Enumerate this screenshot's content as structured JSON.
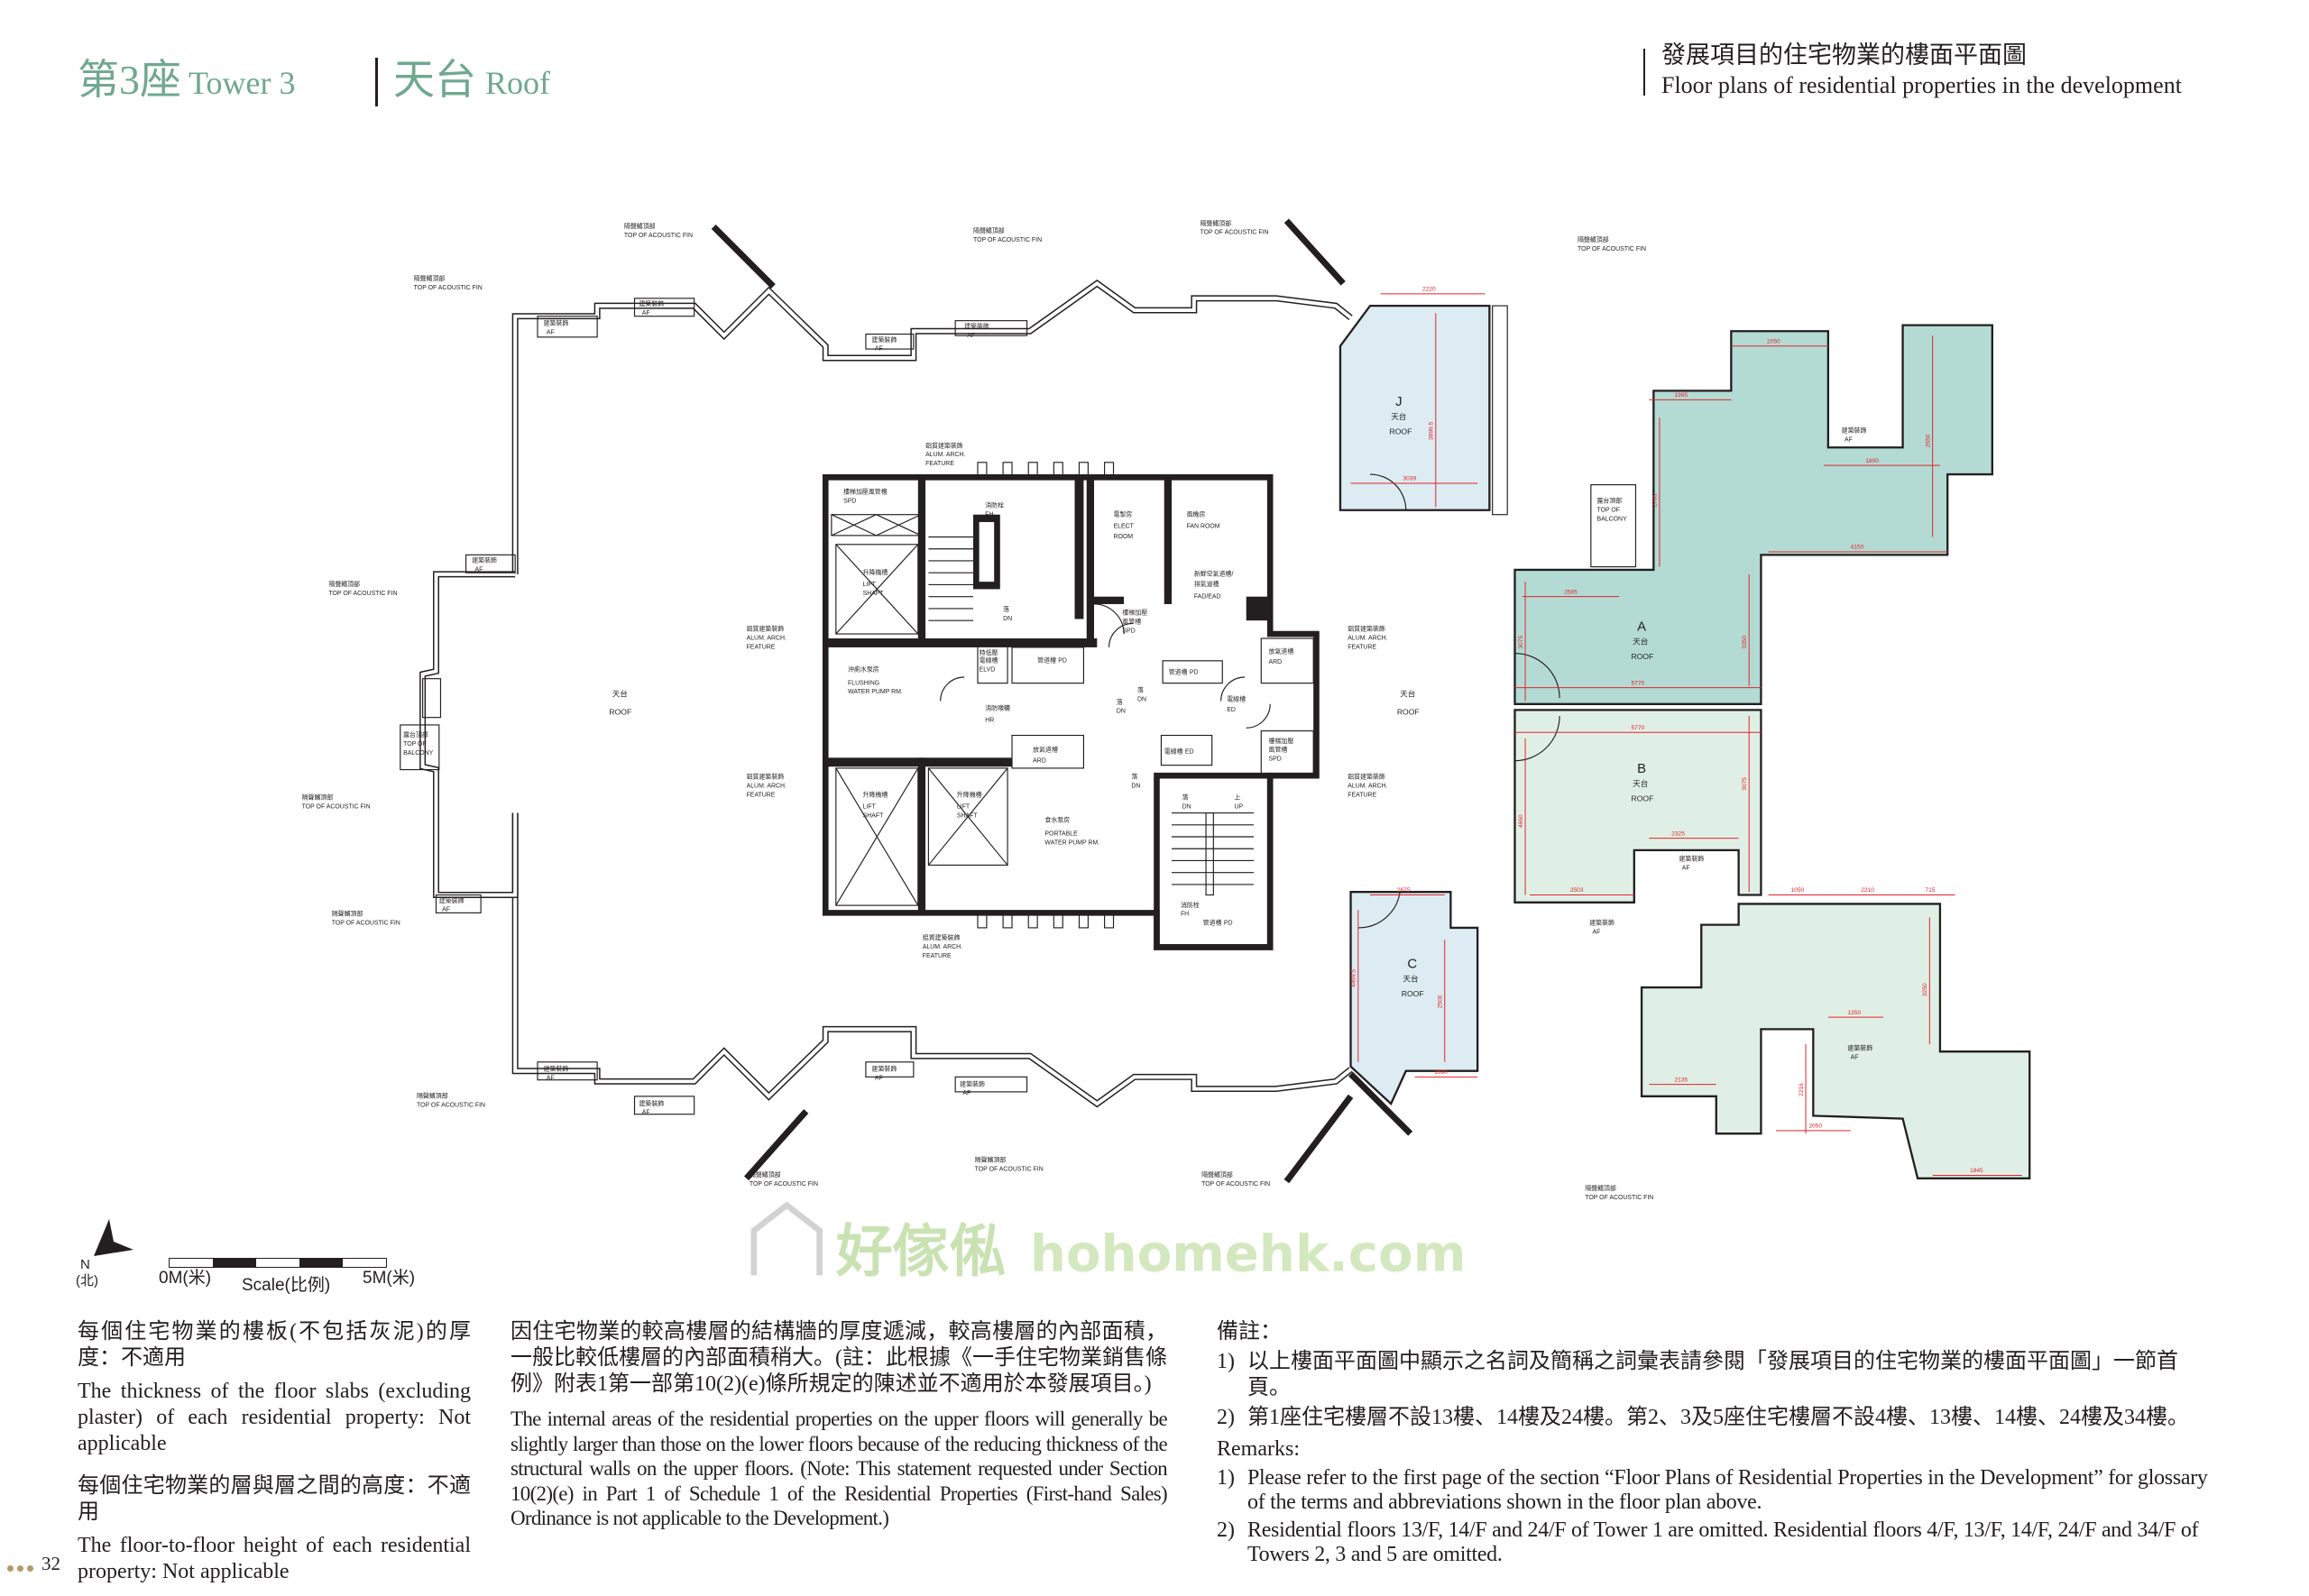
{
  "header": {
    "tower_zh": "第3座",
    "tower_en": "Tower 3",
    "floor_zh": "天台",
    "floor_en": "Roof",
    "section_zh": "發展項目的住宅物業的樓面平面圖",
    "section_en": "Floor plans of residential properties in the development"
  },
  "colors": {
    "title_green": "#6fa88f",
    "unit_a_fill": "#b3dbd4",
    "unit_b_fill": "#e0efe5",
    "unit_j_c_fill": "#dcecf2",
    "dimension_red": "#e3242b"
  },
  "plan": {
    "roof": {
      "zh": "天台",
      "en": "ROOF"
    },
    "units": [
      {
        "id": "J",
        "zh": "天台",
        "en": "ROOF"
      },
      {
        "id": "A",
        "zh": "天台",
        "en": "ROOF"
      },
      {
        "id": "B",
        "zh": "天台",
        "en": "ROOF"
      },
      {
        "id": "C",
        "zh": "天台",
        "en": "ROOF"
      }
    ],
    "acoustic_fin": {
      "zh": "隔聲鰭頂部",
      "en": "TOP OF ACOUSTIC FIN"
    },
    "af": {
      "zh": "建築裝飾",
      "en": "AF"
    },
    "alum": {
      "zh": "鋁質建築裝飾",
      "en1": "ALUM. ARCH.",
      "en2": "FEATURE"
    },
    "balcony": {
      "zh": "露台頂部",
      "en1": "TOP OF",
      "en2": "BALCONY"
    },
    "core_rooms": {
      "spd_top": {
        "zh": "樓梯加壓風管槽",
        "en": "SPD"
      },
      "fh_top": {
        "zh": "消防栓",
        "en": "FH"
      },
      "lift1": {
        "zh": "升降機槽",
        "en": "LIFT",
        "en2": "SHAFT"
      },
      "lift2": {
        "zh": "升降機槽",
        "en": "LIFT",
        "en2": "SHAFT"
      },
      "lift3": {
        "zh": "升降機槽",
        "en": "LIFT",
        "en2": "SHAFT"
      },
      "elect": {
        "zh": "電掣房",
        "en": "ELECT",
        "en2": "ROOM"
      },
      "fan": {
        "zh": "風機房",
        "en": "FAN ROOM"
      },
      "fad": {
        "zh": "新鮮空氣道槽/",
        "zh2": "排氣道槽",
        "en": "FAD/EAD"
      },
      "spd_mid": {
        "zh": "樓梯加壓",
        "zh2": "風管槽",
        "en": "SPD"
      },
      "flushing": {
        "zh": "沖廁水泵房",
        "en": "FLUSHING",
        "en2": "WATER PUMP RM."
      },
      "elvd": {
        "zh": "特低壓",
        "zh2": "電線槽",
        "en": "ELVD"
      },
      "pd1": {
        "zh": "管道槽",
        "en": "PD"
      },
      "pd2": {
        "zh": "管道槽",
        "en": "PD"
      },
      "ard1": {
        "zh": "放氣道槽",
        "en": "ARD"
      },
      "hr": {
        "zh": "消防喉轆",
        "en": "HR"
      },
      "ed1": {
        "zh": "電線槽",
        "en": "ED"
      },
      "ard2": {
        "zh": "放氣道槽",
        "en": "ARD"
      },
      "ed2": {
        "zh": "電線槽",
        "en": "ED"
      },
      "spd_low": {
        "zh": "樓梯加壓",
        "zh2": "風管槽",
        "en": "SPD"
      },
      "potable": {
        "zh": "食水泵房",
        "en": "PORTABLE",
        "en2": "WATER PUMP RM."
      },
      "fh_low": {
        "zh": "消防栓",
        "en": "FH"
      },
      "pd3": {
        "zh": "管道槽",
        "en": "PD"
      },
      "down": {
        "zh": "落",
        "en": "DN"
      },
      "up": {
        "zh": "上",
        "en": "UP"
      }
    },
    "dimensions": {
      "j_width": "2220",
      "j_inner": "3039",
      "j_height": "3899.5",
      "a_2585": "2585",
      "a_width": "5770",
      "a_4150": "4150",
      "a_3350": "3350",
      "a_3075": "3075",
      "a_1985": "1985",
      "a_2050": "2050",
      "a_1800": "1800",
      "a_2735": "2735",
      "a_2650": "2650",
      "b_width": "5770",
      "b_4660": "4660",
      "b_3075": "3075",
      "b_2325": "2325",
      "b_2503": "2503",
      "c_2675": "2675",
      "c_height": "4469.5",
      "c_2500": "2500",
      "c_1690": "1690",
      "l_1050": "1050",
      "l_2210": "2210",
      "l_715": "715",
      "l_3250": "3250",
      "l_2135": "2135",
      "l_2050": "2050",
      "l_1845": "1845",
      "l_2216": "2216",
      "l_1350": "1350"
    }
  },
  "legend": {
    "north": "N",
    "north_zh": "(北)",
    "scale_start": "0M(米)",
    "scale_label": "Scale(比例)",
    "scale_end": "5M(米)",
    "scale_length_m": 5
  },
  "notes": {
    "slab_zh": "每個住宅物業的樓板(不包括灰泥)的厚度：不適用",
    "slab_en": "The thickness of the floor slabs (excluding plaster) of each residential property: Not applicable",
    "height_zh": "每個住宅物業的層與層之間的高度：不適用",
    "height_en": "The floor-to-floor height of each residential property: Not applicable",
    "area_zh": "因住宅物業的較高樓層的結構牆的厚度遞減，較高樓層的內部面積，一般比較低樓層的內部面積稍大。(註：此根據《一手住宅物業銷售條例》附表1第一部第10(2)(e)條所規定的陳述並不適用於本發展項目。)",
    "area_en": "The internal areas of the residential properties on the upper floors will generally be slightly larger than those on the lower floors because of the reducing thickness of the structural walls on the upper floors. (Note: This statement requested under Section 10(2)(e) in Part 1 of Schedule 1 of the Residential Properties (First-hand Sales) Ordinance is not applicable to the Development.)",
    "remarks_zh_title": "備註：",
    "remarks_zh": [
      {
        "num": "1)",
        "text": "以上樓面平面圖中顯示之名詞及簡稱之詞彙表請參閱「發展項目的住宅物業的樓面平面圖」一節首頁。"
      },
      {
        "num": "2)",
        "text": "第1座住宅樓層不設13樓、14樓及24樓。第2、3及5座住宅樓層不設4樓、13樓、14樓、24樓及34樓。"
      }
    ],
    "remarks_en_title": "Remarks:",
    "remarks_en": [
      {
        "num": "1)",
        "text": "Please refer to the first page of the section “Floor Plans of Residential Properties in the Development” for glossary of the terms and abbreviations shown in the floor plan above."
      },
      {
        "num": "2)",
        "text": "Residential floors 13/F, 14/F and 24/F of Tower 1 are omitted. Residential floors 4/F, 13/F, 14/F, 24/F and 34/F of Towers 2, 3 and 5 are omitted."
      }
    ]
  },
  "page_number": "32",
  "watermark": {
    "zh": "好傢俬",
    "en": "hohomehk.com"
  }
}
